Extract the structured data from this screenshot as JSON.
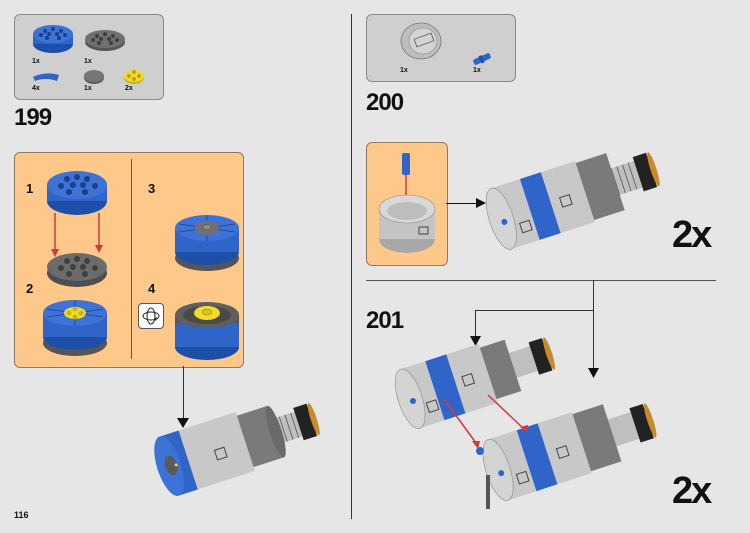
{
  "page": {
    "number": "116",
    "colors": {
      "background": "#e6e6e6",
      "parts_box": "#cfcfcf",
      "submodel_box": "#fdc889",
      "brick_blue": "#2f64c8",
      "brick_dark_gray": "#6b6b6b",
      "brick_light_gray": "#c8c8c8",
      "brick_yellow": "#f2dc2a",
      "arrow_red": "#d23a3a"
    }
  },
  "steps": [
    {
      "number": "199",
      "parts": [
        {
          "name": "blue round brick 4x4",
          "qty": "1x"
        },
        {
          "name": "dark gray round plate 4x4",
          "qty": "1x"
        },
        {
          "name": "blue curved tile",
          "qty": "4x"
        },
        {
          "name": "dark gray round tile 2x2",
          "qty": "1x"
        },
        {
          "name": "yellow round plate 2x2",
          "qty": "2x"
        }
      ],
      "substeps": [
        {
          "label": "1"
        },
        {
          "label": "2"
        },
        {
          "label": "3"
        },
        {
          "label": "4",
          "icon": "rotate-model-icon"
        }
      ]
    },
    {
      "number": "200",
      "parts": [
        {
          "name": "light gray cylinder",
          "qty": "1x"
        },
        {
          "name": "blue technic pin",
          "qty": "1x"
        }
      ],
      "multiplier": "2x"
    },
    {
      "number": "201",
      "multiplier": "2x"
    }
  ]
}
